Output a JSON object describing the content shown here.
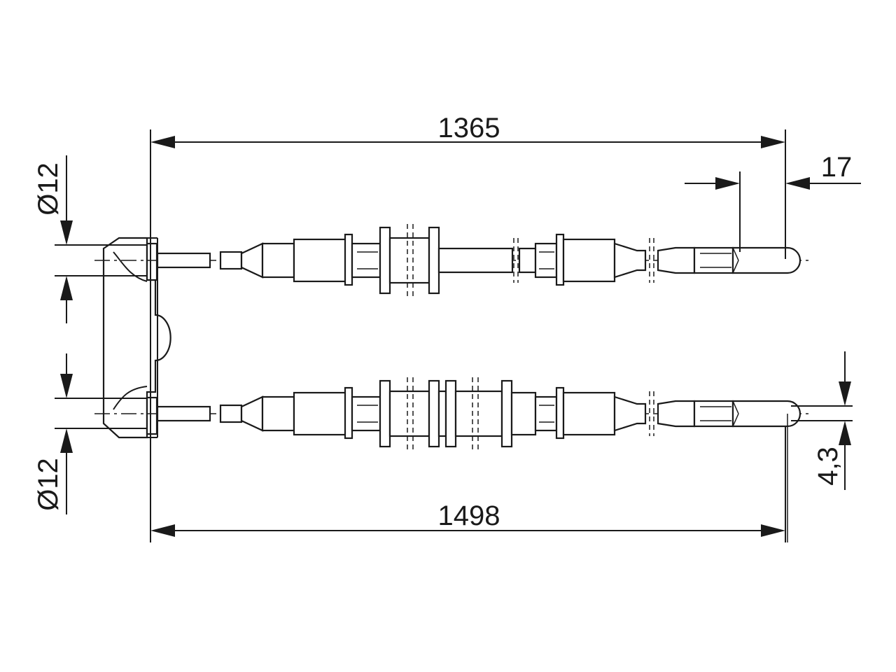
{
  "dimensions": {
    "top_length": "1365",
    "bottom_length": "1498",
    "tip_length": "17",
    "top_diameter": "Ø12",
    "bottom_diameter": "Ø12",
    "end_diameter": "4,3"
  },
  "colors": {
    "line": "#1a1a1a",
    "background": "#ffffff"
  }
}
